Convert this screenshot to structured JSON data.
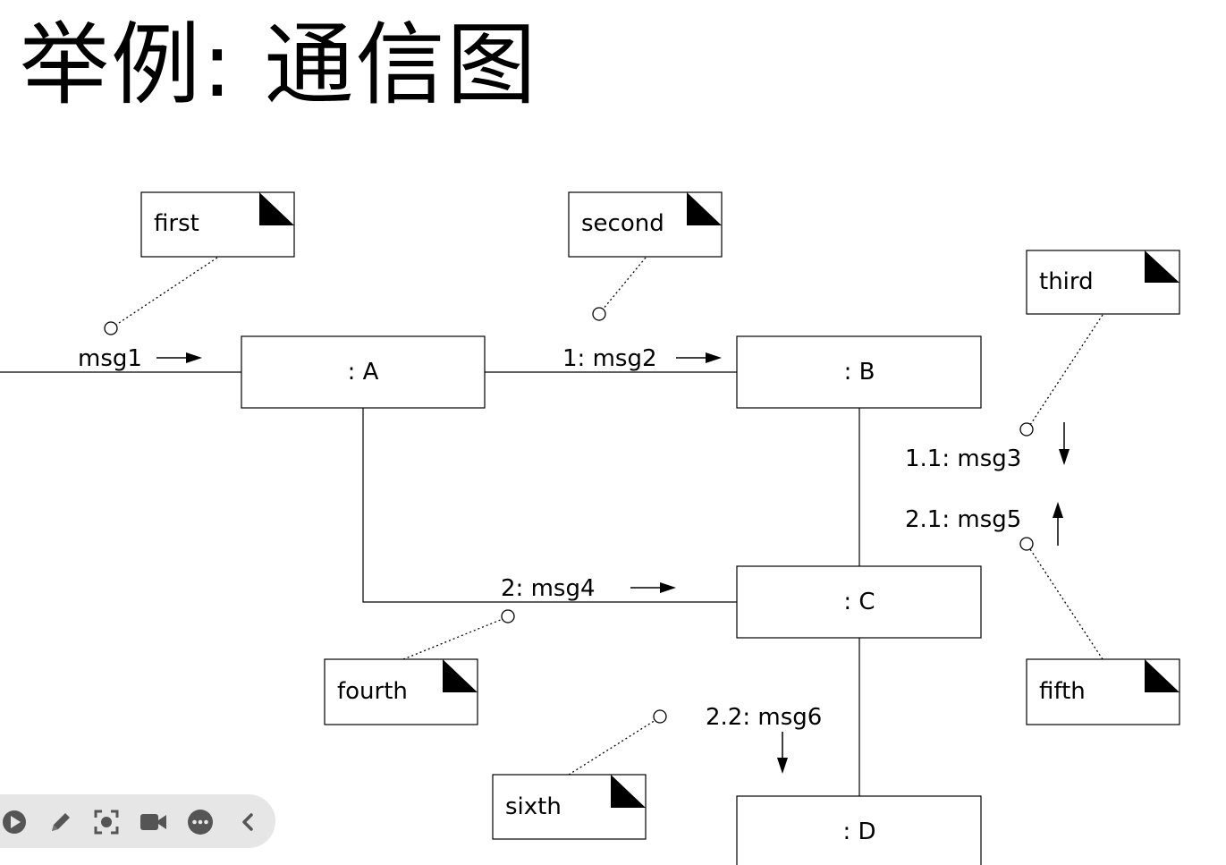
{
  "title": "举例: 通信图",
  "objects": {
    "a": ": A",
    "b": ": B",
    "c": ": C",
    "d": ": D"
  },
  "messages": {
    "m1": "msg1",
    "m2": "1: msg2",
    "m3": "1.1: msg3",
    "m4": "2: msg4",
    "m5": "2.1: msg5",
    "m6": "2.2: msg6"
  },
  "notes": {
    "first": "first",
    "second": "second",
    "third": "third",
    "fourth": "fourth",
    "fifth": "fifth",
    "sixth": "sixth"
  },
  "toolbar": {
    "icons": [
      "play-icon",
      "pen-icon",
      "screenshot-icon",
      "camera-icon",
      "more-icon",
      "collapse-icon"
    ]
  }
}
